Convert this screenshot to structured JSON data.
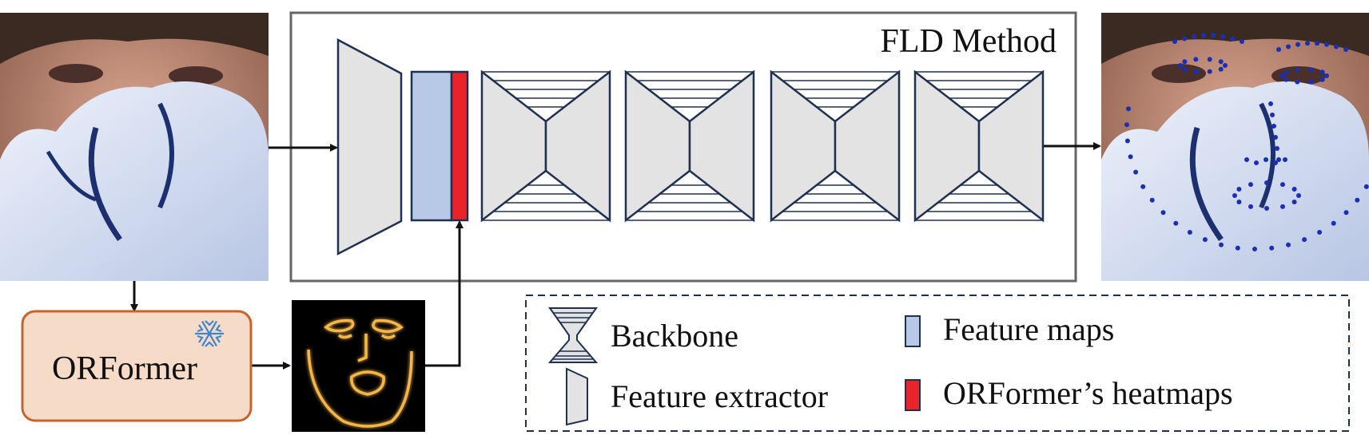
{
  "fld_box": {
    "title": "FLD Method"
  },
  "orformer": {
    "label": "ORFormer",
    "icon": "snowflake-icon"
  },
  "legend": {
    "backbone": "Backbone",
    "feature_extractor": "Feature extractor",
    "feature_maps": "Feature maps",
    "heatmaps": "ORFormer’s heatmaps"
  },
  "colors": {
    "block_fill": "#e3e3e3",
    "block_stroke": "#1f3050",
    "feature_maps": "#b7c9e6",
    "heatmaps": "#e8232a",
    "orformer_fill": "#f6dcc8",
    "orformer_stroke": "#c8632b",
    "landmarks": "#1a2fb5",
    "snowflake": "#3f86cf"
  }
}
